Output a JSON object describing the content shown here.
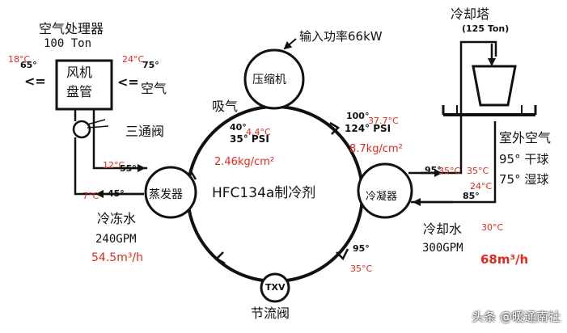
{
  "ahu": {
    "title": "空气处理器",
    "capacity": "100 Ton",
    "coil_line1": "风机",
    "coil_line2": "盘管",
    "supply_temp_c": "18°C",
    "supply_temp_f": "65°",
    "return_temp_c": "24°C",
    "return_temp_f": "75°",
    "air_label": "空气",
    "valve_label": "三通阀"
  },
  "compressor": {
    "label": "压缩机",
    "power": "输入功率66kW"
  },
  "cycle": {
    "refrigerant": "HFC134a制冷剂",
    "suction_label": "吸气",
    "suction_temp_f": "40°",
    "suction_temp_c": "4.4°C",
    "suction_psi": "35° PSI",
    "suction_density": "2.46kg/cm²",
    "discharge_temp_f": "100°",
    "discharge_temp_c": "37.7°C",
    "discharge_psi": "124° PSI",
    "discharge_density": "8.7kg/cm²",
    "liquid_temp_f": "95°",
    "liquid_temp_c": "35°C"
  },
  "evaporator": {
    "label": "蒸发器",
    "in_temp_c": "12°C",
    "in_temp_f": "55°",
    "out_temp_c": "7°C",
    "out_temp_f": "45°"
  },
  "chilled_water": {
    "label": "冷冻水",
    "flow_gpm": "240GPM",
    "flow_m3h": "54.5m³/h"
  },
  "condenser": {
    "label": "冷凝器",
    "out_temp_f": "95°",
    "out_temp_c": "35°C",
    "in_temp_c_a": "35°C",
    "in_temp_c_b": "24°C",
    "in_temp_f": "85°"
  },
  "cooling_tower": {
    "label": "冷却塔",
    "capacity": "(125 Ton)"
  },
  "outdoor": {
    "label": "室外空气",
    "dry_bulb": "95°  干球",
    "wet_bulb": "75°  湿球"
  },
  "cooling_water": {
    "label": "冷却水",
    "temp_c": "30°C",
    "flow_gpm": "300GPM",
    "flow_m3h": "68m³/h"
  },
  "txv": {
    "badge": "TXV",
    "label": "节流阀"
  },
  "watermark": "头条 @暖通南社"
}
